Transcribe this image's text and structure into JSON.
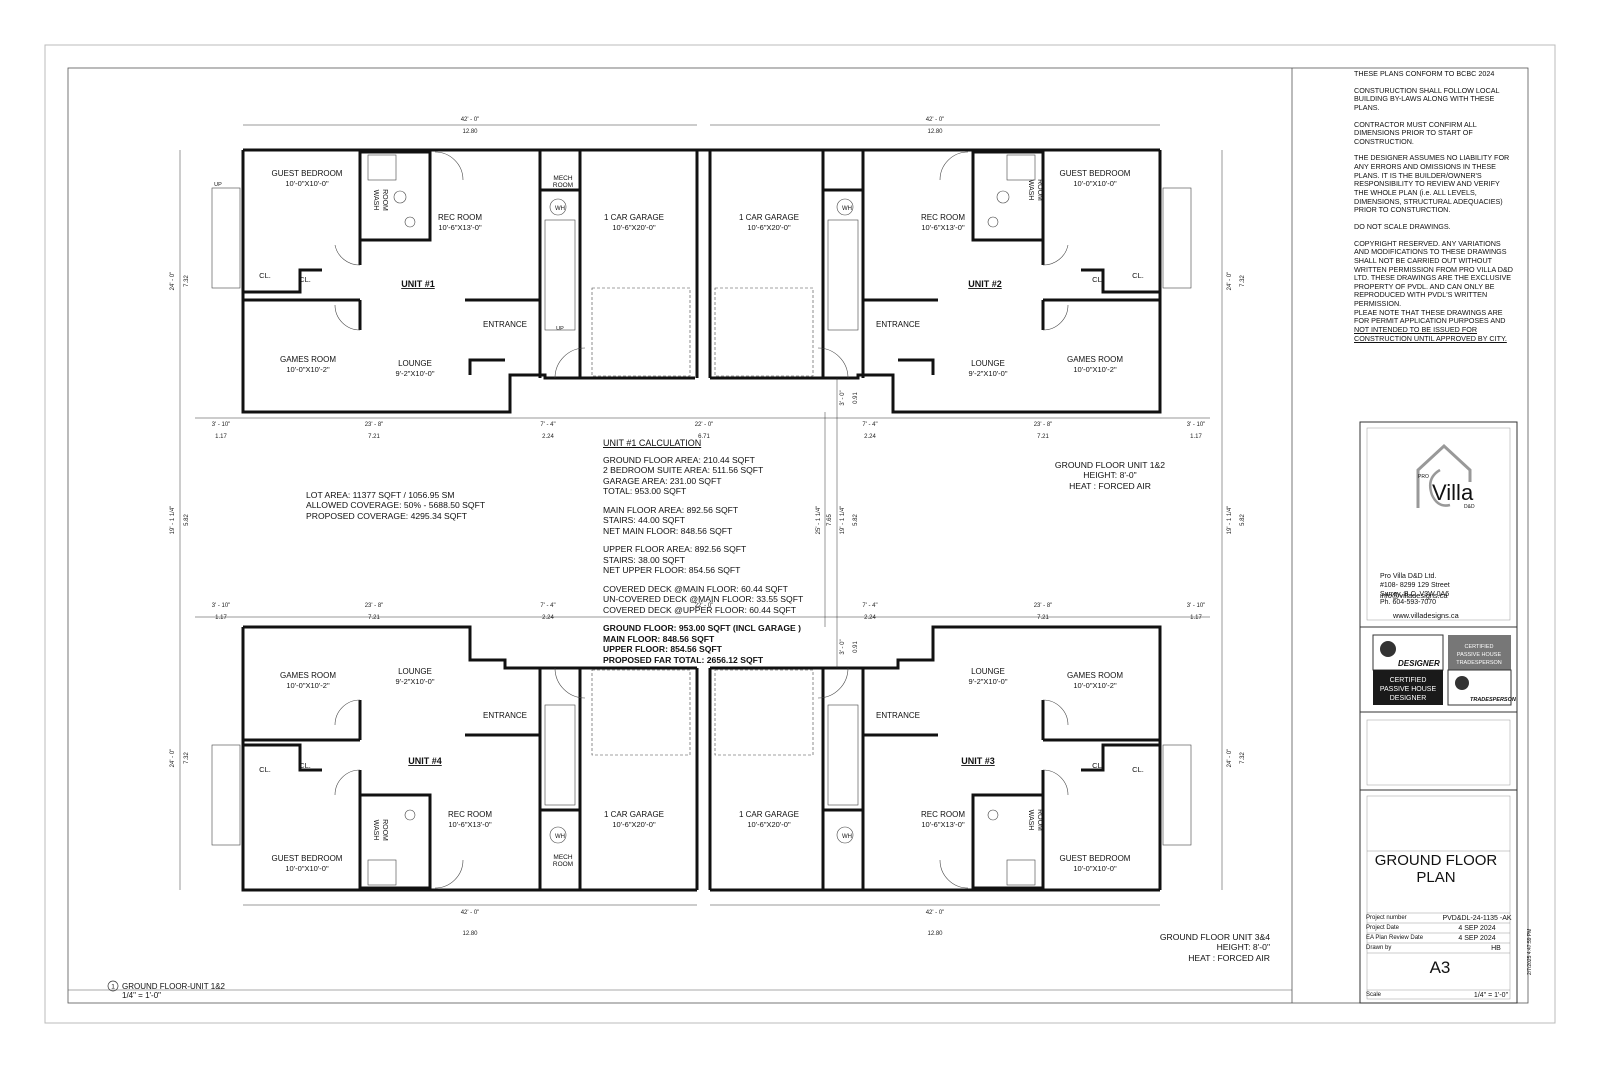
{
  "notes": [
    "THESE PLANS CONFORM TO BCBC 2024",
    "CONSTURUCTION SHALL FOLLOW LOCAL BUILDING BY-LAWS ALONG WITH THESE PLANS.",
    "CONTRACTOR MUST CONFIRM ALL DIMENSIONS PRIOR TO START OF CONSTRUCTION.",
    "THE DESIGNER ASSUMES NO LIABILITY FOR ANY ERRORS AND OMISSIONS IN THESE PLANS. IT IS THE BUILDER/OWNER'S RESPONSIBILITY TO REVIEW AND VERIFY THE WHOLE PLAN (i.e. ALL LEVELS, DIMENSIONS, STRUCTURAL ADEQUACIES) PRIOR TO CONSTURCTION.",
    "DO NOT SCALE DRAWINGS.",
    "COPYRIGHT RESERVED. ANY VARIATIONS AND MODIFICATIONS TO THESE DRAWINGS SHALL NOT BE CARRIED OUT WITHOUT WRITTEN PERMISSION FROM PRO VILLA D&D LTD. THESE DRAWINGS ARE THE EXCLUSIVE PROPERTY OF PVDL. AND CAN ONLY BE REPRODUCED WITH PVDL'S WRITTEN PERMISSION."
  ],
  "note_last_plain": "PLEAE NOTE THAT THESE DRAWINGS ARE FOR PERMIT APPLICATION PURPOSES AND",
  "note_last_underlined": "NOT INTENDED TO BE ISSUED FOR CONSTRUCTION UNTIL APPROVED BY CITY.",
  "calculation": {
    "title": "UNIT #1 CALCULATION",
    "block1": [
      "GROUND FLOOR AREA: 210.44 SQFT",
      "2 BEDROOM SUITE AREA: 511.56 SQFT",
      "GARAGE AREA: 231.00 SQFT",
      "TOTAL: 953.00 SQFT"
    ],
    "block2": [
      "MAIN FLOOR AREA: 892.56 SQFT",
      "STAIRS: 44.00 SQFT",
      "NET MAIN FLOOR: 848.56 SQFT"
    ],
    "block3": [
      "UPPER FLOOR AREA: 892.56 SQFT",
      "STAIRS: 38.00 SQFT",
      "NET UPPER FLOOR: 854.56 SQFT"
    ],
    "block4": [
      "COVERED DECK @MAIN FLOOR: 60.44 SQFT",
      "UN-COVERED DECK @MAIN FLOOR: 33.55 SQFT",
      "COVERED DECK @UPPER FLOOR: 60.44 SQFT"
    ],
    "block5": [
      "GROUND FLOOR: 953.00 SQFT (INCL GARAGE )",
      "MAIN FLOOR: 848.56 SQFT",
      "UPPER FLOOR: 854.56 SQFT",
      "PROPOSED FAR TOTAL: 2656.12 SQFT"
    ]
  },
  "lot": [
    "LOT AREA: 11377 SQFT / 1056.95 SM",
    "ALLOWED COVERAGE: 50% - 5688.50 SQFT",
    "PROPOSED COVERAGE: 4295.34 SQFT"
  ],
  "gf12": [
    "GROUND FLOOR UNIT 1&2",
    "HEIGHT: 8'-0\"",
    "HEAT : FORCED AIR"
  ],
  "gf34": [
    "GROUND FLOOR UNIT 3&4",
    "HEIGHT: 8'-0\"",
    "HEAT : FORCED AIR"
  ],
  "view": {
    "number": "1",
    "title": "GROUND FLOOR-UNIT 1&2",
    "scale": "1/4\" = 1'-0\""
  },
  "company": {
    "logo_pro": "PRO",
    "logo_villa": "Villa",
    "logo_dd": "D&D",
    "name": "Pro Villa D&D Ltd.",
    "address1": "#108- 8299 129 Street",
    "address2": "Surrey, B.C. V3W 0A6",
    "phone": "Ph. 604-593-7070",
    "email": "info@villadesigns.ca",
    "web": "www.villadesigns.ca"
  },
  "certs": {
    "designer": "DESIGNER",
    "cert_designer_1": "CERTIFIED",
    "cert_designer_2": "PASSIVE HOUSE",
    "cert_designer_3": "DESIGNER",
    "cert_trades_1": "CERTIFIED",
    "cert_trades_2": "PASSIVE HOUSE",
    "cert_trades_3": "TRADESPERSON",
    "tradesperson": "TRADESPERSON"
  },
  "sheet": {
    "title_1": "GROUND FLOOR",
    "title_2": "PLAN",
    "project_number_label": "Project number",
    "project_number": "PVD&DL-24-1135 -AK",
    "project_date_label": "Project Date",
    "project_date": "4 SEP 2024",
    "review_label": "EA Plan Review Date",
    "review_date": "4 SEP 2024",
    "drawn_label": "Drawn by",
    "drawn_by": "HB",
    "number": "A3",
    "scale_label": "Scale",
    "scale": "1/4\" = 1'-0\"",
    "timestamp": "2/7/2025 4:47:59 PM"
  },
  "units": {
    "u1": "UNIT #1",
    "u2": "UNIT #2",
    "u3": "UNIT #3",
    "u4": "UNIT #4"
  },
  "rooms": {
    "guest_bedroom": "GUEST BEDROOM",
    "guest_bedroom_dim": "10'-0\"X10'-0\"",
    "rec_room": "REC ROOM",
    "rec_room_dim": "10'-6\"X13'-0\"",
    "games_room": "GAMES ROOM",
    "games_room_dim": "10'-0\"X10'-2\"",
    "lounge": "LOUNGE",
    "lounge_dim": "9'-2\"X10'-0\"",
    "garage": "1 CAR GARAGE",
    "garage_dim": "10'-6\"X20'-0\"",
    "entrance": "ENTRANCE",
    "wash": "WASH",
    "room": "ROOM",
    "mech": "MECH",
    "cl": "CL.",
    "wh": "WH",
    "up": "UP"
  },
  "dims": {
    "d42": "42' - 0\"",
    "d1280": "12.80",
    "d24": "24' - 0\"",
    "d732": "7.32",
    "d310": "3' - 10\"",
    "d117": "1.17",
    "d238": "23' - 8\"",
    "d721": "7.21",
    "d74": "7' - 4\"",
    "d224": "2.24",
    "d22": "22' - 0\"",
    "d671": "6.71",
    "d19": "19' - 1 1/4\"",
    "d582": "5.82",
    "d25": "25' - 1 1/4\"",
    "d765": "7.65",
    "d30": "3' - 0\"",
    "d091": "0.91"
  }
}
